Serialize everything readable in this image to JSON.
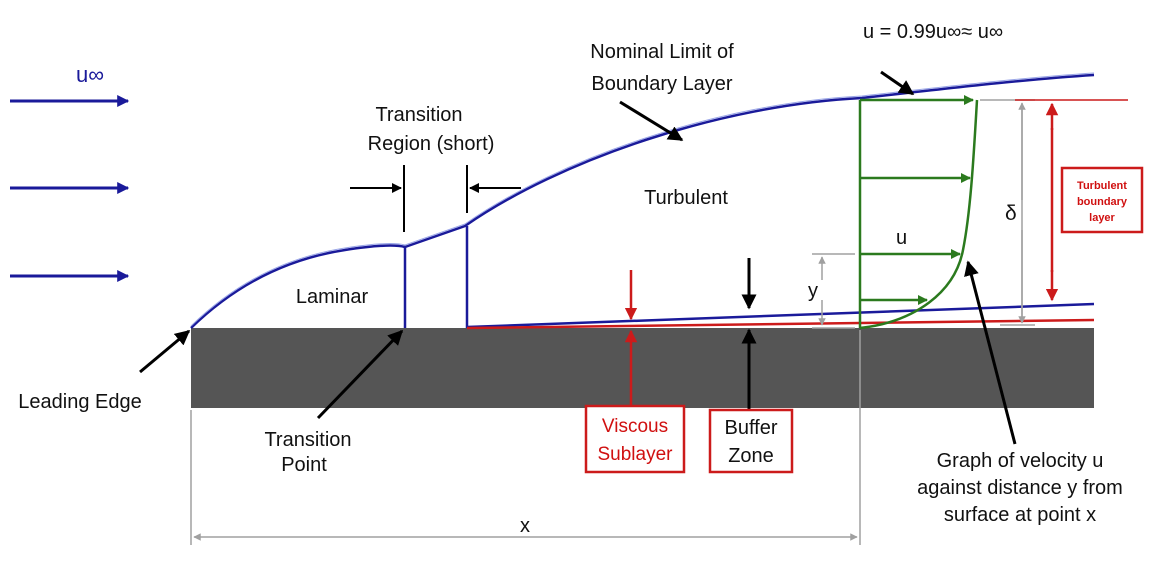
{
  "labels": {
    "u_inf": "u∞",
    "u_equation": "u = 0.99u∞≈ u∞",
    "nominal_limit_line1": "Nominal Limit of",
    "nominal_limit_line2": "Boundary Layer",
    "transition_region_line1": "Transition",
    "transition_region_line2": "Region (short)",
    "turbulent": "Turbulent",
    "laminar": "Laminar",
    "delta": "δ",
    "u": "u",
    "y": "y",
    "leading_edge": "Leading Edge",
    "transition_point_line1": "Transition",
    "transition_point_line2": "Point",
    "viscous_sublayer_line1": "Viscous",
    "viscous_sublayer_line2": "Sublayer",
    "buffer_zone_line1": "Buffer",
    "buffer_zone_line2": "Zone",
    "graph_caption_line1": "Graph of velocity u",
    "graph_caption_line2": "against distance y from",
    "graph_caption_line3": "surface at point x",
    "turbulent_bl_line1": "Turbulent",
    "turbulent_bl_line2": "boundary",
    "turbulent_bl_line3": "layer",
    "x": "x"
  },
  "colors": {
    "boundary_layer": "#1a1a9a",
    "sublayer": "#cc1b1b",
    "velocity_profile": "#2b7a1e",
    "plate": "#555555",
    "dimension": "#a0a0a0",
    "pointer": "#000000"
  }
}
